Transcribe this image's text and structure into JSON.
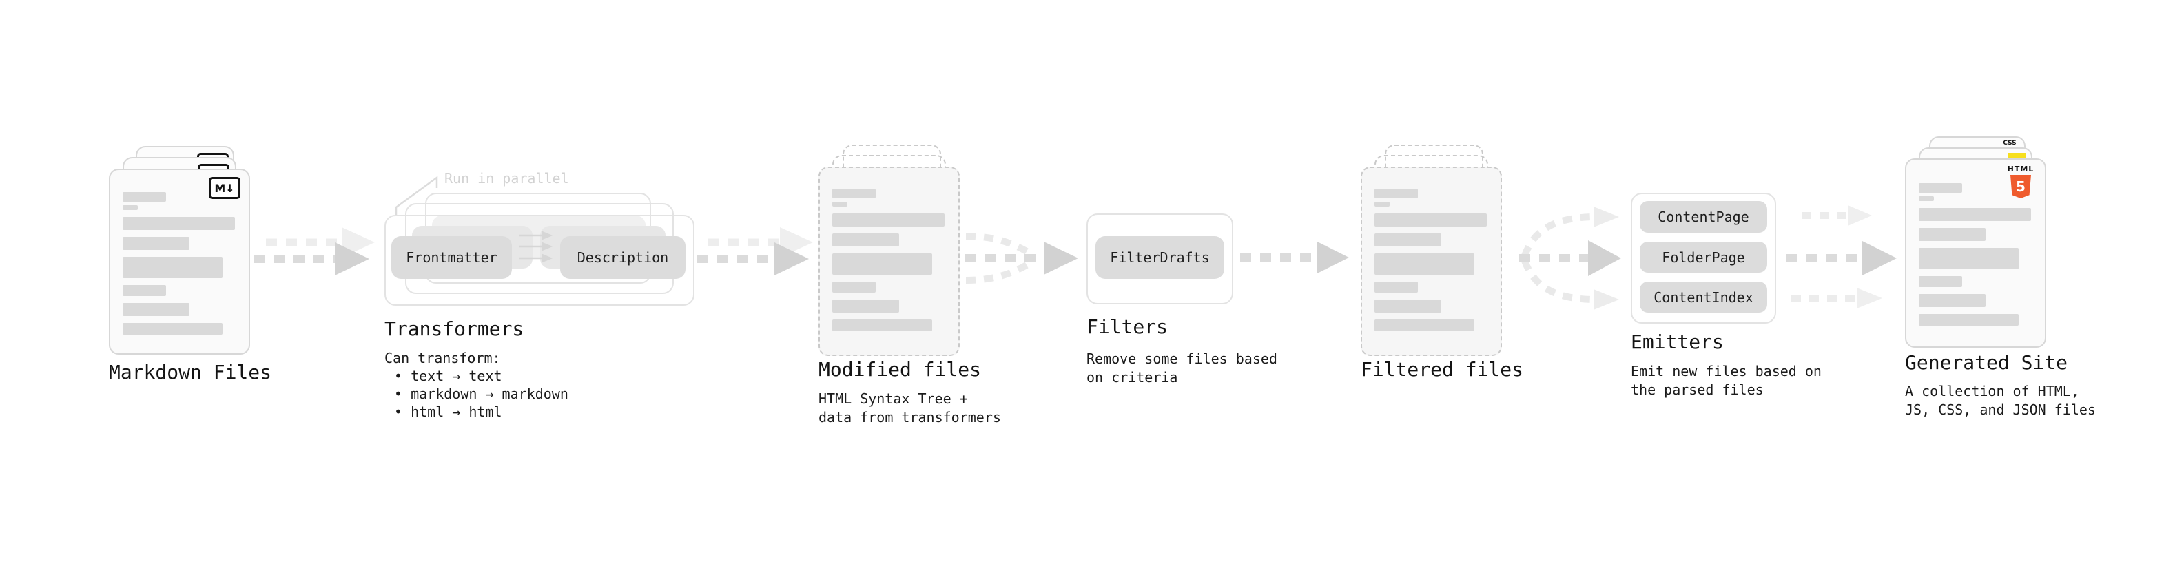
{
  "stages": {
    "markdown_files": {
      "label": "Markdown Files"
    },
    "transformers": {
      "label": "Transformers",
      "annotation": "Run in parallel",
      "chip_frontmatter": "Frontmatter",
      "chip_description": "Description",
      "sub_title": "Can transform:",
      "bullets": [
        "• text → text",
        "• markdown → markdown",
        "• html → html"
      ]
    },
    "modified_files": {
      "label": "Modified files",
      "sub": "HTML Syntax Tree +\ndata from transformers"
    },
    "filters": {
      "label": "Filters",
      "chip": "FilterDrafts",
      "sub": "Remove some files based\non criteria"
    },
    "filtered_files": {
      "label": "Filtered files"
    },
    "emitters": {
      "label": "Emitters",
      "buttons": [
        "ContentPage",
        "FolderPage",
        "ContentIndex"
      ],
      "sub": "Emit new files based on\nthe parsed files"
    },
    "generated_site": {
      "label": "Generated Site",
      "sub": "A collection of HTML,\nJS, CSS, and JSON files"
    }
  },
  "icons": {
    "markdown": "M↓",
    "html5_word": "HTML",
    "html5_number": "5",
    "css_word": "CSS"
  },
  "colors": {
    "arrow_main": "#dbdbdb",
    "arrow_head": "#d2d2d2",
    "arrow_echo": "#ededed",
    "html5_orange": "#ef5b2d",
    "js_yellow": "#f7df1e",
    "css_blue": "#2d6ff2"
  }
}
